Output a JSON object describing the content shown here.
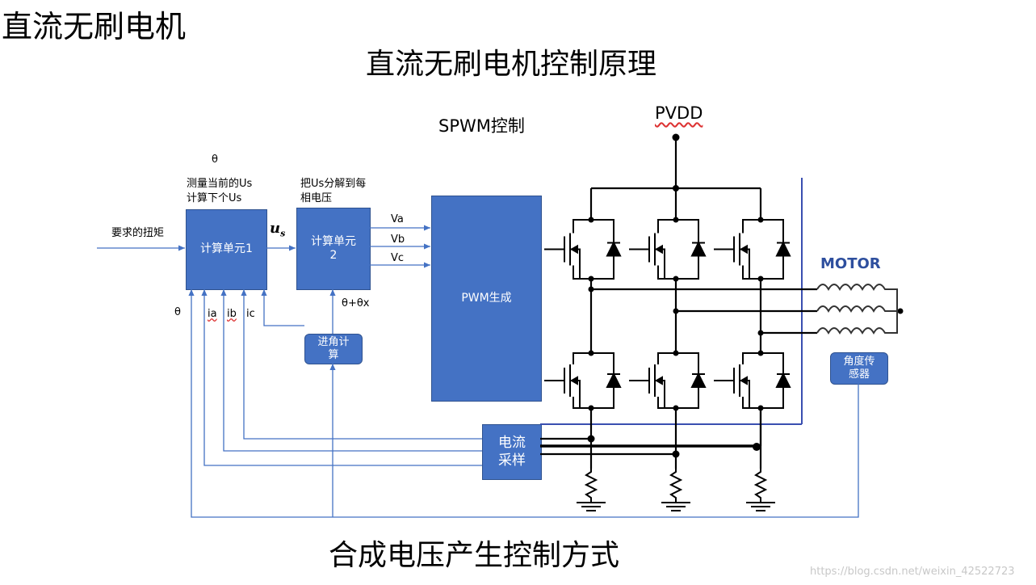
{
  "corner_title": "直流无刷电机",
  "main_title": "直流无刷电机控制原理",
  "bottom_title": "合成电压产生控制方式",
  "spwm_label": "SPWM控制",
  "pvdd_label": "PVDD",
  "motor_label": "MOTOR",
  "theta_top": "θ",
  "unit1_note_line1": "测量当前的Us",
  "unit1_note_line2": "计算下个Us",
  "unit2_note_line1": "把Us分解到每",
  "unit2_note_line2": "相电压",
  "torque_label": "要求的扭矩",
  "us_label": "u",
  "us_sub": "s",
  "unit1_label": "计算单元1",
  "unit2_label_line1": "计算单元",
  "unit2_label_line2": "2",
  "va_label": "Va",
  "vb_label": "Vb",
  "vc_label": "Vc",
  "pwm_label": "PWM生成",
  "theta_left": "θ",
  "ia_label": "ia",
  "ib_label": "ib",
  "ic_label": "ic",
  "theta_adv_label": "θ+θx",
  "advance_line1": "进角计",
  "advance_line2": "算",
  "current_line1": "电流",
  "current_line2": "采样",
  "angle_sensor_line1": "角度传",
  "angle_sensor_line2": "感器",
  "watermark": "https://blog.csdn.net/weixin_42522723",
  "colors": {
    "box_fill": "#4472c4",
    "box_border": "#2f528f",
    "line_blue": "#4472c4",
    "motor_blue": "#2e4f9e"
  }
}
